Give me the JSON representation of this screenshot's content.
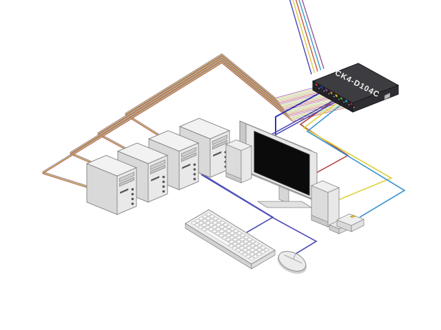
{
  "diagram": {
    "type": "kvm-switch-connection-diagram",
    "kvm": {
      "label": "CK4-D104C"
    },
    "components": [
      {
        "name": "kvm-switch",
        "label": "CK4-D104C"
      },
      {
        "name": "computer-tower-1"
      },
      {
        "name": "computer-tower-2"
      },
      {
        "name": "computer-tower-3"
      },
      {
        "name": "computer-tower-4"
      },
      {
        "name": "monitor"
      },
      {
        "name": "left-speaker"
      },
      {
        "name": "right-speaker"
      },
      {
        "name": "keyboard"
      },
      {
        "name": "mouse"
      },
      {
        "name": "wired-remote"
      }
    ],
    "counts": {
      "computers": 4,
      "ribbon_strands": 20,
      "strands_per_computer": 5
    },
    "colors": {
      "ribbon_palette": [
        "#9a5fa5",
        "#c9c36c",
        "#9fba6a",
        "#c9995f",
        "#bf5b5b"
      ],
      "console_cables": {
        "monitor_video": "#3232b4",
        "monitor_audio": "#b43232",
        "right_speaker": "#ddd23e",
        "remote": "#3f96d2",
        "keyboard_mouse": "#5050b8"
      },
      "top_cables": [
        "#4444bb",
        "#ddcc44",
        "#cc5533",
        "#3399cc",
        "#995599"
      ],
      "kvm_port_nubs": [
        "#c0392b",
        "#2b3fc0",
        "#8e44ad",
        "#d4842b",
        "#d4c02b",
        "#4a9e4a",
        "#2b9ec0",
        "#8a2b2b"
      ],
      "kvm_body_top": "#3c3c41",
      "kvm_body_front": "#222226",
      "kvm_body_side": "#2e2e33",
      "screen": "#0b0b0b"
    }
  }
}
